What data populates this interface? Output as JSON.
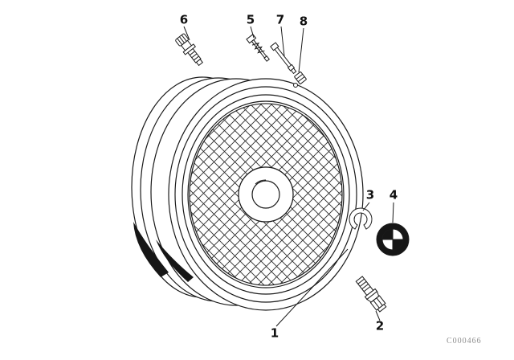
{
  "diagram": {
    "callouts": [
      {
        "label": "1"
      },
      {
        "label": "2"
      },
      {
        "label": "3"
      },
      {
        "label": "4"
      },
      {
        "label": "5"
      },
      {
        "label": "6"
      },
      {
        "label": "7"
      },
      {
        "label": "8"
      }
    ],
    "footer_code": "C000466"
  }
}
